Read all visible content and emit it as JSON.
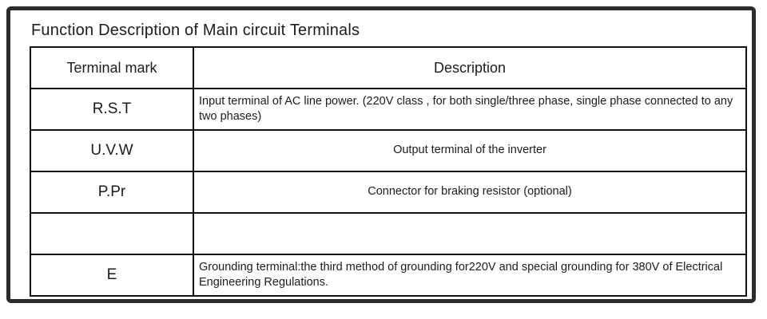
{
  "title": "Function Description of Main circuit Terminals",
  "table": {
    "headers": {
      "terminal_mark": "Terminal mark",
      "description": "Description"
    },
    "rows": [
      {
        "mark": "R.S.T",
        "description": "Input terminal of AC line power. (220V class , for both single/three phase, single phase connected to any two phases)"
      },
      {
        "mark": "U.V.W",
        "description": "Output terminal of the inverter"
      },
      {
        "mark": "P.Pr",
        "description": "Connector for braking resistor (optional)"
      },
      {
        "mark": "",
        "description": ""
      },
      {
        "mark": "E",
        "description": "Grounding terminal:the third method of grounding for220V and special grounding for 380V of Electrical Engineering Regulations."
      }
    ]
  },
  "colors": {
    "outer_border": "#2b2b2b",
    "table_border": "#111111",
    "background": "#ffffff",
    "text": "#1c1c1c"
  }
}
